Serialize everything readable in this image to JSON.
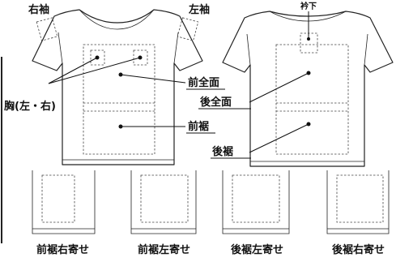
{
  "labels": {
    "right_sleeve": "右袖",
    "left_sleeve": "左袖",
    "chest": "胸(左・右)",
    "front_full": "前全面",
    "front_hem": "前裾",
    "collar_under": "衿下",
    "back_full": "後全面",
    "back_hem": "後裾"
  },
  "bottom_labels": [
    "前裾右寄せ",
    "前裾左寄せ",
    "後裾左寄せ",
    "後裾右寄せ"
  ]
}
